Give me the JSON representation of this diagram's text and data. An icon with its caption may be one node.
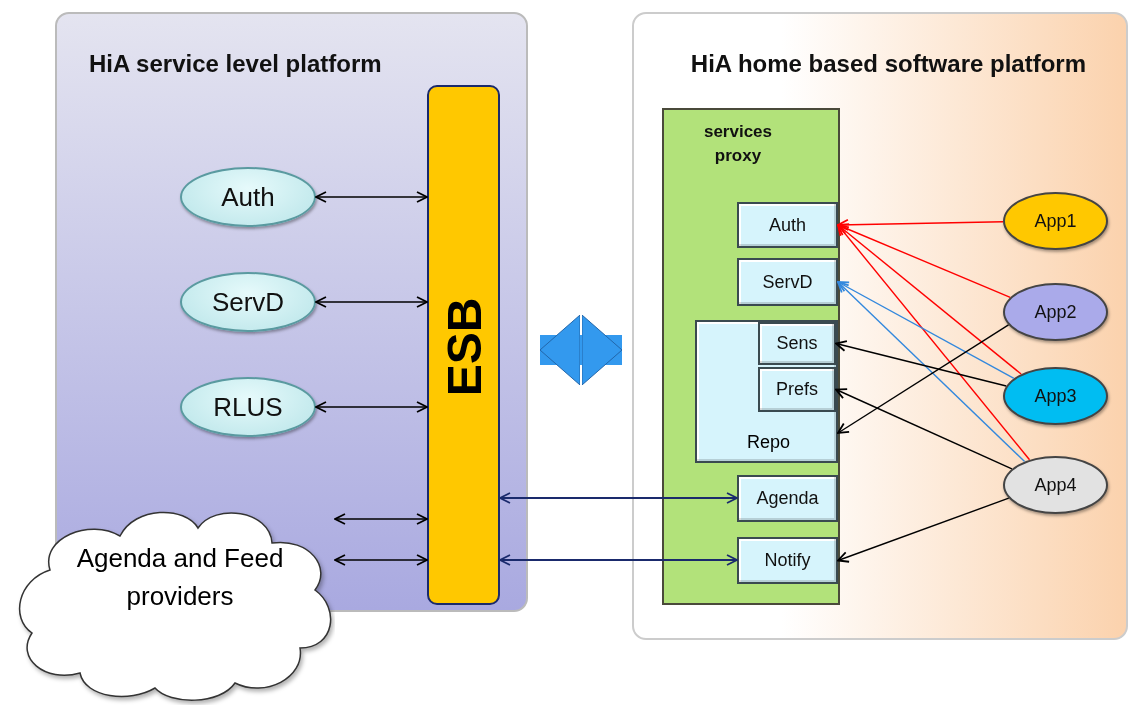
{
  "diagram": {
    "nodes": [
      {
        "text": [
          "HiA service level platform"
        ]
      },
      {
        "text": [
          "Auth"
        ],
        "in": 0
      },
      {
        "text": [
          "ServD"
        ],
        "in": 0
      },
      {
        "text": [
          "RLUS"
        ],
        "in": 0
      },
      {
        "text": [
          "ESB"
        ],
        "in": 0
      },
      {
        "text": [
          "Agenda and Feed providers"
        ]
      },
      {
        "text": [
          "HiA home based software platform"
        ]
      },
      {
        "text": [
          "services proxy"
        ],
        "in": 6
      },
      {
        "text": [
          "Auth"
        ],
        "in": 7
      },
      {
        "text": [
          "ServD"
        ],
        "in": 7
      },
      {
        "text": [
          "Repo"
        ],
        "in": 7
      },
      {
        "text": [
          "Sens"
        ],
        "in": 10
      },
      {
        "text": [
          "Prefs"
        ],
        "in": 10
      },
      {
        "text": [
          "Agenda"
        ],
        "in": 7
      },
      {
        "text": [
          "Notify"
        ],
        "in": 7
      },
      {
        "text": [
          "App1"
        ],
        "in": 6
      },
      {
        "text": [
          "App2"
        ],
        "in": 6
      },
      {
        "text": [
          "App3"
        ],
        "in": 6
      },
      {
        "text": [
          "App4"
        ],
        "in": 6
      }
    ],
    "edges": [
      {
        "from": 1,
        "to": 4,
        "arrow": "both"
      },
      {
        "from": 2,
        "to": 4,
        "arrow": "both"
      },
      {
        "from": 3,
        "to": 4,
        "arrow": "both"
      },
      {
        "from": 5,
        "to": 4,
        "arrow": "both"
      },
      {
        "from": 5,
        "to": 4,
        "arrow": "both"
      },
      {
        "from": 4,
        "to": 7,
        "arrow": "both",
        "style": "thick",
        "color": "#3399ee"
      },
      {
        "from": 4,
        "to": 13,
        "arrow": "both",
        "color": "#1a2a6c"
      },
      {
        "from": 4,
        "to": 14,
        "arrow": "both",
        "color": "#1a2a6c"
      },
      {
        "from": 15,
        "to": 8,
        "arrow": "to",
        "color": "#ff0000"
      },
      {
        "from": 16,
        "to": 8,
        "arrow": "to",
        "color": "#ff0000"
      },
      {
        "from": 17,
        "to": 8,
        "arrow": "to",
        "color": "#ff0000"
      },
      {
        "from": 18,
        "to": 8,
        "arrow": "to",
        "color": "#ff0000"
      },
      {
        "from": 17,
        "to": 9,
        "arrow": "to",
        "color": "#3388dd"
      },
      {
        "from": 18,
        "to": 9,
        "arrow": "to",
        "color": "#3388dd"
      },
      {
        "from": 17,
        "to": 11,
        "arrow": "to"
      },
      {
        "from": 18,
        "to": 12,
        "arrow": "to"
      },
      {
        "from": 16,
        "to": 10,
        "arrow": "to"
      },
      {
        "from": 18,
        "to": 14,
        "arrow": "to"
      }
    ]
  }
}
